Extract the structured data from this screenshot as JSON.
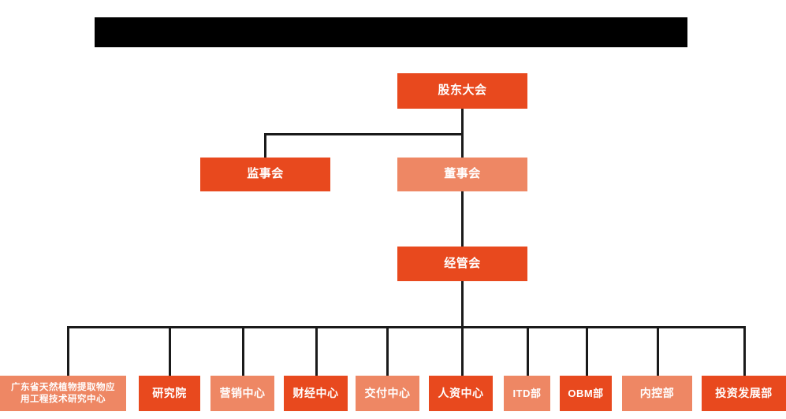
{
  "page": {
    "background_color": "#ffffff",
    "title_bar": {
      "name": "redacted-title-bar",
      "color": "#000000",
      "label": ""
    }
  },
  "palette": {
    "dark_orange": "#E8491E",
    "light_orange": "#EE8764",
    "line_color": "#1a1a1a",
    "text_color": "#ffffff"
  },
  "chart_data": {
    "type": "diagram",
    "diagram_type": "organization-chart",
    "title": "",
    "levels": [
      {
        "level": 1,
        "nodes": [
          {
            "id": "shareholders",
            "label": "股东大会",
            "color": "dark_orange"
          }
        ]
      },
      {
        "level": 2,
        "nodes": [
          {
            "id": "supervisory",
            "label": "监事会",
            "color": "dark_orange"
          },
          {
            "id": "board",
            "label": "董事会",
            "color": "light_orange"
          }
        ]
      },
      {
        "level": 3,
        "nodes": [
          {
            "id": "management",
            "label": "经管会",
            "color": "dark_orange"
          }
        ]
      },
      {
        "level": 4,
        "nodes": [
          {
            "id": "rnd-center",
            "label": "广东省天然植物提取物应用工程技术研究中心",
            "color": "light_orange"
          },
          {
            "id": "institute",
            "label": "研究院",
            "color": "dark_orange"
          },
          {
            "id": "marketing",
            "label": "营销中心",
            "color": "light_orange"
          },
          {
            "id": "finance",
            "label": "财经中心",
            "color": "dark_orange"
          },
          {
            "id": "delivery",
            "label": "交付中心",
            "color": "light_orange"
          },
          {
            "id": "hr",
            "label": "人资中心",
            "color": "dark_orange"
          },
          {
            "id": "itd",
            "label": "ITD部",
            "color": "light_orange"
          },
          {
            "id": "obm",
            "label": "OBM部",
            "color": "dark_orange"
          },
          {
            "id": "internal-control",
            "label": "内控部",
            "color": "light_orange"
          },
          {
            "id": "investment",
            "label": "投资发展部",
            "color": "dark_orange"
          }
        ]
      }
    ],
    "edges": [
      {
        "from": "shareholders",
        "to": "supervisory"
      },
      {
        "from": "shareholders",
        "to": "board"
      },
      {
        "from": "board",
        "to": "management"
      },
      {
        "from": "management",
        "to": "rnd-center"
      },
      {
        "from": "management",
        "to": "institute"
      },
      {
        "from": "management",
        "to": "marketing"
      },
      {
        "from": "management",
        "to": "finance"
      },
      {
        "from": "management",
        "to": "delivery"
      },
      {
        "from": "management",
        "to": "hr"
      },
      {
        "from": "management",
        "to": "itd"
      },
      {
        "from": "management",
        "to": "obm"
      },
      {
        "from": "management",
        "to": "internal-control"
      },
      {
        "from": "management",
        "to": "investment"
      }
    ]
  },
  "nodes": {
    "shareholders": {
      "label": "股东大会"
    },
    "supervisory": {
      "label": "监事会"
    },
    "board": {
      "label": "董事会"
    },
    "management": {
      "label": "经管会"
    },
    "rnd_center_line1": {
      "label": "广东省天然植物提取物应"
    },
    "rnd_center_line2": {
      "label": "用工程技术研究中心"
    },
    "institute": {
      "label": "研究院"
    },
    "marketing": {
      "label": "营销中心"
    },
    "finance": {
      "label": "财经中心"
    },
    "delivery": {
      "label": "交付中心"
    },
    "hr": {
      "label": "人资中心"
    },
    "itd": {
      "label": "ITD部"
    },
    "obm": {
      "label": "OBM部"
    },
    "internal_control": {
      "label": "内控部"
    },
    "investment": {
      "label": "投资发展部"
    }
  }
}
